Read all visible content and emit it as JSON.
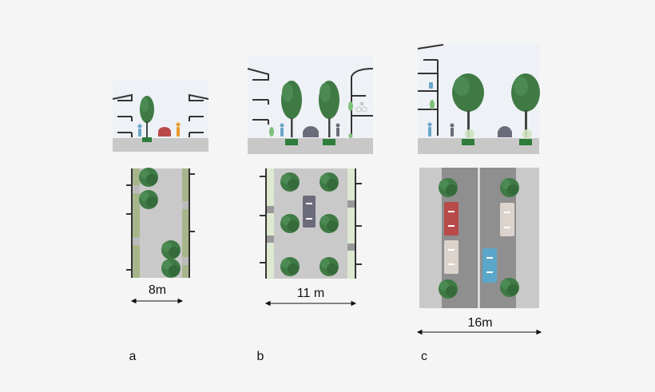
{
  "panels": [
    {
      "id": "a",
      "letter": "a",
      "width_label": "8m"
    },
    {
      "id": "b",
      "letter": "b",
      "width_label": "11 m"
    },
    {
      "id": "c",
      "letter": "c",
      "width_label": "16m"
    }
  ],
  "colors": {
    "background": "#f5f5f5",
    "sky": "#eef1f5",
    "ground": "#c8c8c8",
    "road": "#c9c9c9",
    "asphalt": "#8f8f8f",
    "sidewalk": "#a7b58a",
    "sidewalk_light": "#dde9d0",
    "tree": "#3f7a45",
    "tree_dark": "#2f6035",
    "planter": "#2e7d3a",
    "car_dark": "#6b6b7a",
    "car_red": "#b94a4a",
    "car_blue": "#5aa7c9",
    "car_beige": "#ddd3cd",
    "person_blue": "#6aa6c8",
    "person_orange": "#e99a2e",
    "wall": "#333333"
  }
}
